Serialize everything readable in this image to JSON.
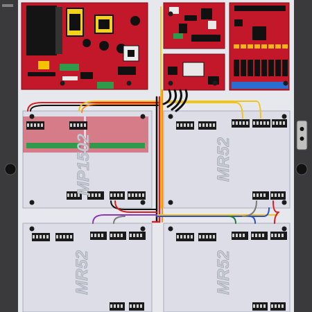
{
  "enclosure": {
    "colors": {
      "cabinet": "#3a3a3c",
      "backplate": "#e7e8ee",
      "board_pcb": "#c2182a",
      "module_plate": "#dcdde6",
      "connector": "#1a1a1a",
      "terminal_green": "#2f9a4a",
      "terminal_blue": "#2a6fd0"
    },
    "labels": {
      "top_left_module": "MP1502",
      "right_top_module": "MR52",
      "bottom_left_module": "MR52",
      "bottom_right_module": "MR52"
    },
    "wire_colors": [
      "#111111",
      "#d81e1e",
      "#f0c419",
      "#ff8c1a",
      "#1a7f3a",
      "#2a4fd0",
      "#8a3ab9",
      "#7a7a7a"
    ]
  }
}
